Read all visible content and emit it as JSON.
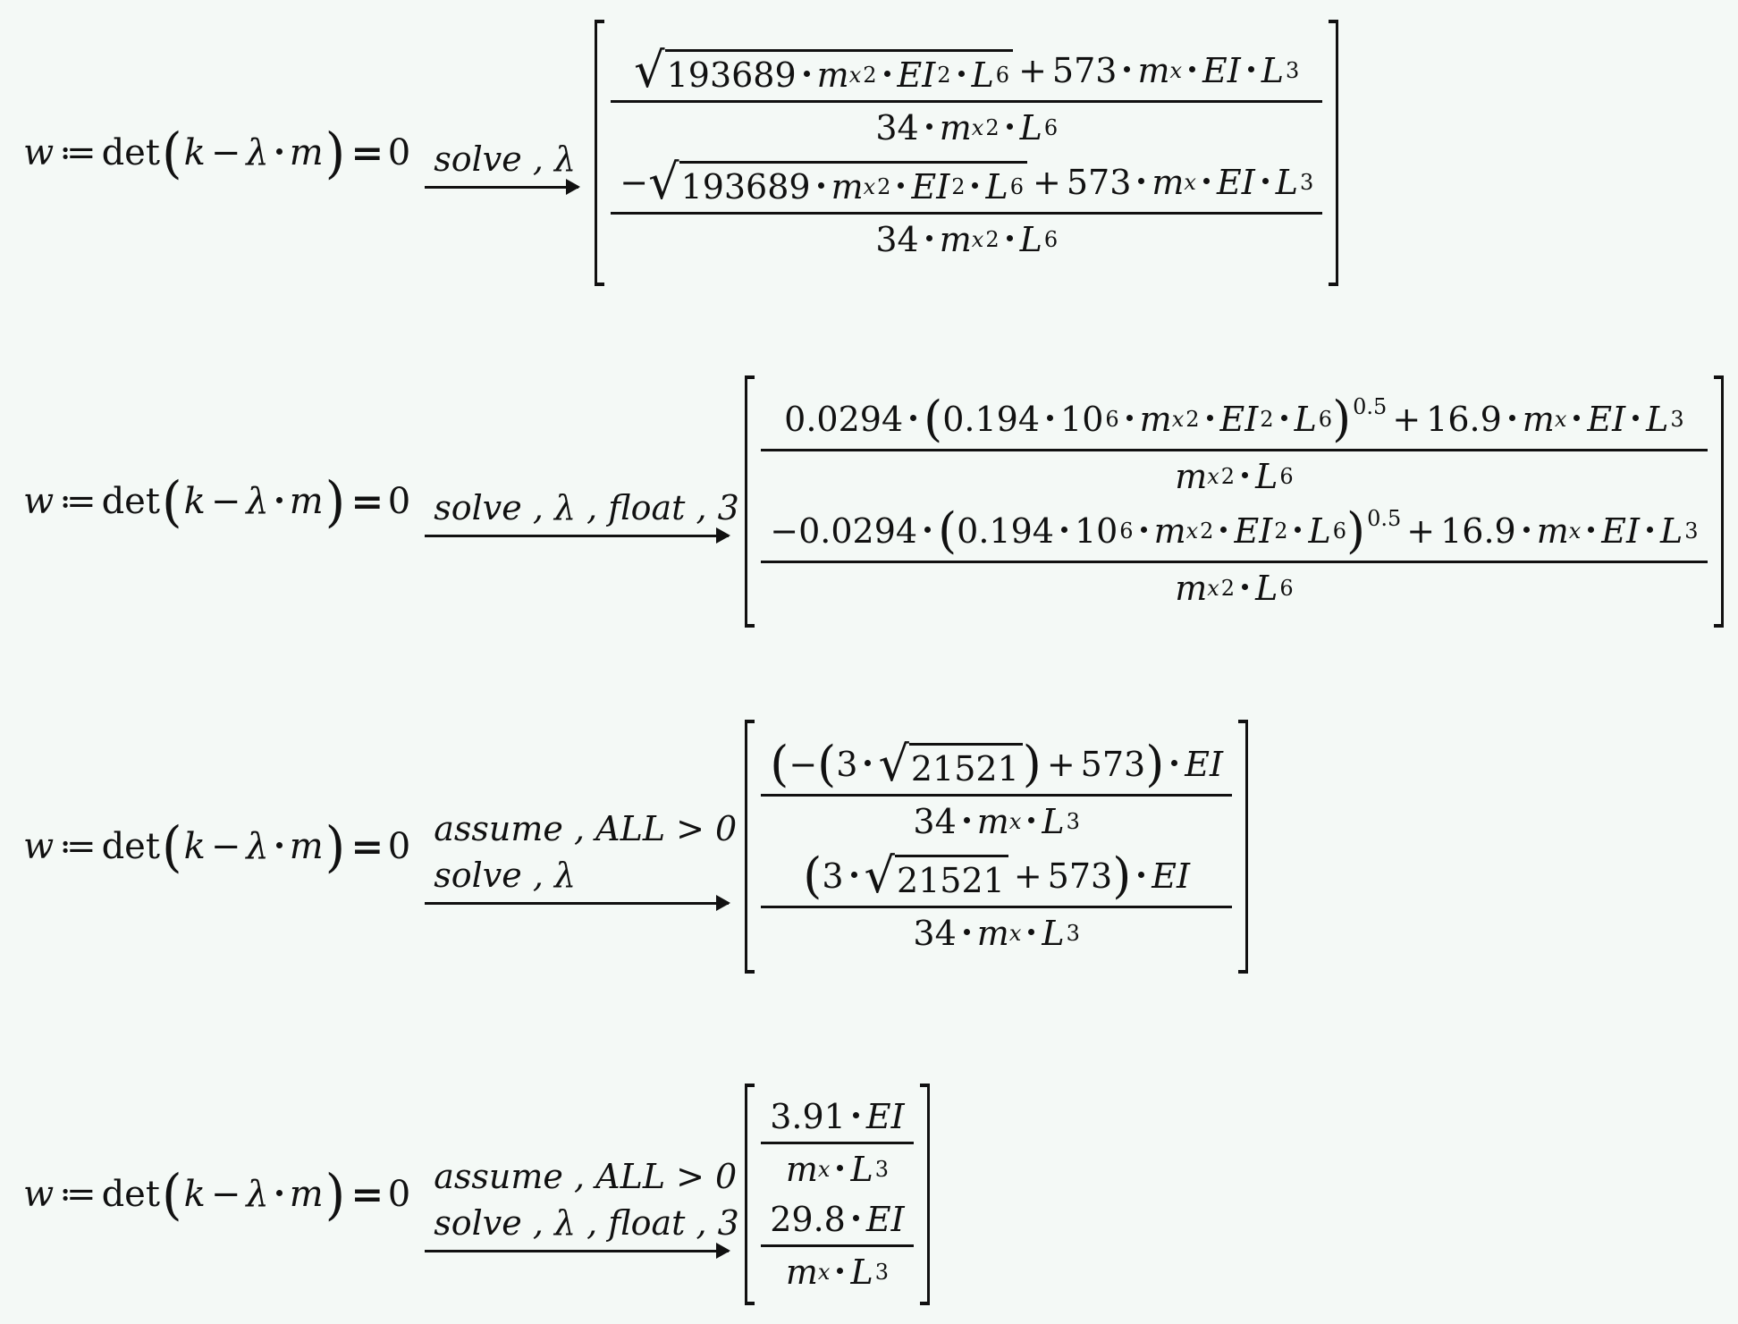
{
  "lhs": {
    "var": "w",
    "assign": "≔",
    "func": "det",
    "k": "k",
    "minus": "−",
    "lambda": "λ",
    "m": "m",
    "eq": "=",
    "zero": "0"
  },
  "blocks": [
    {
      "keywords": [
        "solve , λ"
      ],
      "rows": [
        {
          "sign": "",
          "radicand": {
            "coef": "193689",
            "terms": "m_x^2 · EI^2 · L^6"
          },
          "plus": "+ 573 · m_x · EI · L^3",
          "den": "34 · m_x^2 · L^6"
        },
        {
          "sign": "−",
          "radicand": {
            "coef": "193689",
            "terms": "m_x^2 · EI^2 · L^6"
          },
          "plus": "+ 573 · m_x · EI · L^3",
          "den": "34 · m_x^2 · L^6"
        }
      ]
    },
    {
      "keywords": [
        "solve , λ , float , 3"
      ],
      "rows": [
        {
          "num": "0.0294 · (0.194 · 10^6 · m_x^2 · EI^2 · L^6)^0.5 + 16.9 · m_x · EI · L^3",
          "den": "m_x^2 · L^6"
        },
        {
          "num": "−0.0294 · (0.194 · 10^6 · m_x^2 · EI^2 · L^6)^0.5 + 16.9 · m_x · EI · L^3",
          "den": "m_x^2 · L^6"
        }
      ]
    },
    {
      "keywords": [
        "assume , ALL > 0",
        "solve , λ"
      ],
      "rows": [
        {
          "num": "(−(3 · √21521) + 573) · EI",
          "den": "34 · m_x · L^3"
        },
        {
          "num": "(3 · √21521 + 573) · EI",
          "den": "34 · m_x · L^3"
        }
      ]
    },
    {
      "keywords": [
        "assume , ALL > 0",
        "solve , λ , float , 3"
      ],
      "rows": [
        {
          "num": "3.91 · EI",
          "den": "m_x · L^3"
        },
        {
          "num": "29.8 · EI",
          "den": "m_x · L^3"
        }
      ]
    }
  ],
  "tokens": {
    "c193689": "193689",
    "c573": "573",
    "c34": "34",
    "c0294": "0.0294",
    "c0194": "0.194",
    "c10": "10",
    "c169": "16.9",
    "c3": "3",
    "c21521": "21521",
    "c391": "3.91",
    "c298": "29.8",
    "e2": "2",
    "e3": "3",
    "e6": "6",
    "e05": "0.5",
    "plus": "+",
    "minus": "−",
    "neg": "−",
    "m": "m",
    "x": "x",
    "EI": "EI",
    "L": "L",
    "radical": "√"
  },
  "colors": {
    "background": "#F4F9F6",
    "ink": "#111111"
  }
}
